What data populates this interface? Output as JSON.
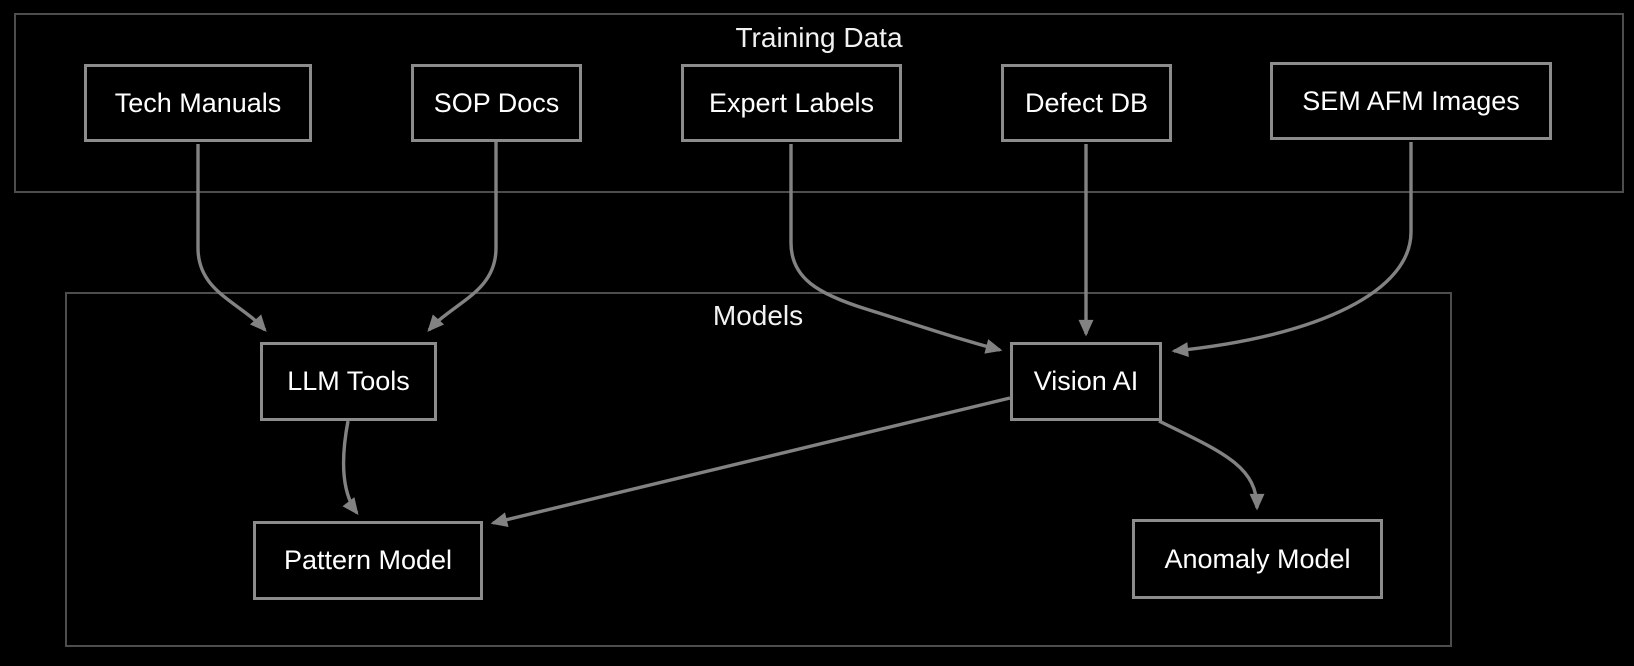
{
  "diagram": {
    "type": "flowchart",
    "background": "#000000",
    "clusters": {
      "training_data": {
        "label": "Training Data"
      },
      "models": {
        "label": "Models"
      }
    },
    "nodes": {
      "tech_manuals": {
        "label": "Tech Manuals",
        "cluster": "training_data"
      },
      "sop_docs": {
        "label": "SOP Docs",
        "cluster": "training_data"
      },
      "expert_labels": {
        "label": "Expert Labels",
        "cluster": "training_data"
      },
      "defect_db": {
        "label": "Defect DB",
        "cluster": "training_data"
      },
      "sem_afm_images": {
        "label": "SEM AFM Images",
        "cluster": "training_data"
      },
      "llm_tools": {
        "label": "LLM Tools",
        "cluster": "models"
      },
      "vision_ai": {
        "label": "Vision AI",
        "cluster": "models"
      },
      "pattern_model": {
        "label": "Pattern Model",
        "cluster": "models"
      },
      "anomaly_model": {
        "label": "Anomaly Model",
        "cluster": "models"
      }
    },
    "edges": [
      {
        "from": "tech_manuals",
        "to": "llm_tools"
      },
      {
        "from": "sop_docs",
        "to": "llm_tools"
      },
      {
        "from": "expert_labels",
        "to": "vision_ai"
      },
      {
        "from": "defect_db",
        "to": "vision_ai"
      },
      {
        "from": "sem_afm_images",
        "to": "vision_ai"
      },
      {
        "from": "llm_tools",
        "to": "pattern_model"
      },
      {
        "from": "vision_ai",
        "to": "pattern_model"
      },
      {
        "from": "vision_ai",
        "to": "anomaly_model"
      }
    ],
    "colors": {
      "background": "#000000",
      "node_border": "#8c8c8c",
      "node_fill": "#000000",
      "node_text": "#ffffff",
      "cluster_border": "#4d4d4d",
      "cluster_label_text": "#f2f2f2",
      "edge": "#828282"
    }
  }
}
